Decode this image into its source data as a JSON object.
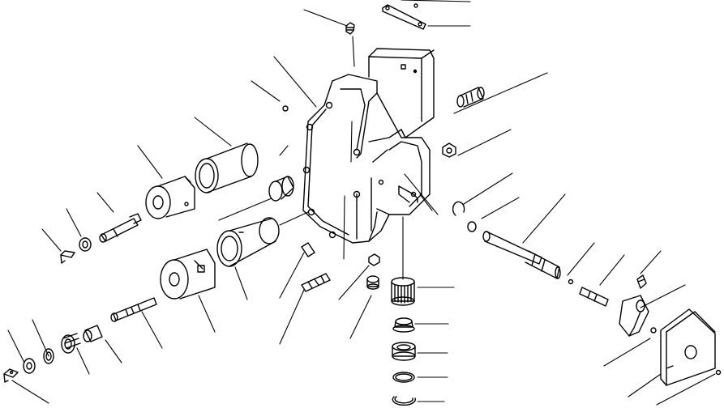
{
  "diagram": {
    "kind": "exploded-parts-view",
    "labels_printed": false,
    "line_color": "#000000",
    "background_color": "#ffffff",
    "parts": [
      {
        "name": "pump-housing"
      },
      {
        "name": "cover-plate"
      },
      {
        "name": "sleeve-upper"
      },
      {
        "name": "collar-upper"
      },
      {
        "name": "stud-upper"
      },
      {
        "name": "lock-plate-upper"
      },
      {
        "name": "washer-upper"
      },
      {
        "name": "bushing"
      },
      {
        "name": "sleeve-lower"
      },
      {
        "name": "collar-lower"
      },
      {
        "name": "stud-lower"
      },
      {
        "name": "bushing-lower"
      },
      {
        "name": "spring-lower"
      },
      {
        "name": "washer-lower-a"
      },
      {
        "name": "washer-lower-b"
      },
      {
        "name": "lock-plate-lower"
      },
      {
        "name": "dowel-pin"
      },
      {
        "name": "set-screw"
      },
      {
        "name": "plug-small"
      },
      {
        "name": "plug"
      },
      {
        "name": "filter"
      },
      {
        "name": "filter-cap"
      },
      {
        "name": "plug-large"
      },
      {
        "name": "o-ring"
      },
      {
        "name": "snap-ring"
      },
      {
        "name": "shaft"
      },
      {
        "name": "snap-ring-right"
      },
      {
        "name": "o-ring-right"
      },
      {
        "name": "nut"
      },
      {
        "name": "spring-pin-top"
      },
      {
        "name": "top-bracket"
      },
      {
        "name": "top-bolt"
      },
      {
        "name": "small-pin"
      },
      {
        "name": "adjust-screw"
      },
      {
        "name": "lever"
      },
      {
        "name": "lever-screw"
      },
      {
        "name": "end-plate"
      },
      {
        "name": "end-screw"
      }
    ]
  }
}
